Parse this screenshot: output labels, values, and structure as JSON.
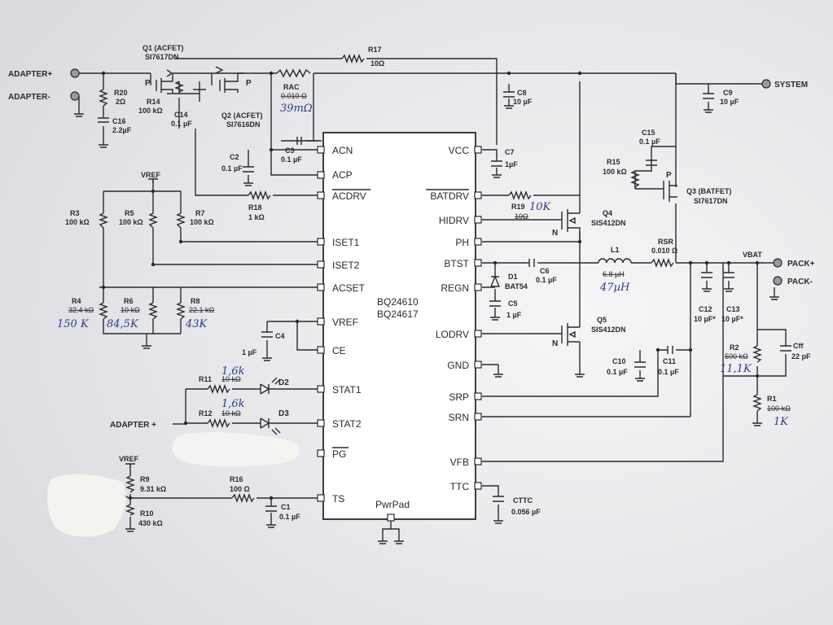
{
  "chip": {
    "name_1": "BQ24610",
    "name_2": "BQ24617",
    "pwrpad": "PwrPad"
  },
  "pins_left": [
    "ACN",
    "ACP",
    "ACDRV",
    "ISET1",
    "ISET2",
    "ACSET",
    "VREF",
    "CE",
    "STAT1",
    "STAT2",
    "PG",
    "TS"
  ],
  "pins_right": [
    "VCC",
    "BATDRV",
    "HIDRV",
    "PH",
    "BTST",
    "REGN",
    "LODRV",
    "GND",
    "SRP",
    "SRN",
    "VFB",
    "TTC"
  ],
  "terminals": {
    "adapter_plus": "ADAPTER+",
    "adapter_minus": "ADAPTER-",
    "system": "SYSTEM",
    "pack_plus": "PACK+",
    "pack_minus": "PACK-",
    "adapter_plus_2": "ADAPTER +",
    "vbat": "VBAT",
    "vref_1": "VREF",
    "vref_2": "VREF"
  },
  "components": {
    "q1": {
      "name": "Q1 (ACFET)",
      "part": "SI7617DN",
      "type": "P"
    },
    "q2": {
      "name": "Q2 (ACFET)",
      "part": "SI7616DN",
      "type": "P"
    },
    "q3": {
      "name": "Q3 (BATFET)",
      "part": "SI7617DN",
      "type": "P"
    },
    "q4": {
      "name": "Q4",
      "part": "SIS412DN",
      "type": "N"
    },
    "q5": {
      "name": "Q5",
      "part": "SIS412DN",
      "type": "N"
    },
    "r20": {
      "name": "R20",
      "value": "2Ω"
    },
    "c16": {
      "name": "C16",
      "value": "2.2µF"
    },
    "r14": {
      "name": "R14",
      "value": "100 kΩ"
    },
    "c14": {
      "name": "C14",
      "value": "0.1 µF"
    },
    "r17": {
      "name": "R17",
      "value": "10Ω"
    },
    "rac": {
      "name": "RAC",
      "old": "0.010 Ω",
      "hand": "39mΩ"
    },
    "c8": {
      "name": "C8",
      "value": "10 µF"
    },
    "c9": {
      "name": "C9",
      "value": "10 µF"
    },
    "c2": {
      "name": "C2",
      "value": "0.1 µF"
    },
    "c3": {
      "name": "C3",
      "value": "0.1 µF"
    },
    "r18": {
      "name": "R18",
      "value": "1 kΩ"
    },
    "c7": {
      "name": "C7",
      "value": "1µF"
    },
    "c15": {
      "name": "C15",
      "value": "0.1 µF"
    },
    "r15": {
      "name": "R15",
      "value": "100 kΩ"
    },
    "r19": {
      "name": "R19",
      "old": "10Ω",
      "hand": "10K"
    },
    "r3": {
      "name": "R3",
      "value": "100 kΩ"
    },
    "r5": {
      "name": "R5",
      "value": "100 kΩ"
    },
    "r7": {
      "name": "R7",
      "value": "100 kΩ"
    },
    "r4": {
      "name": "R4",
      "old": "32.4 kΩ",
      "hand": "150 K"
    },
    "r6": {
      "name": "R6",
      "old": "10 kΩ",
      "hand": "84,5K"
    },
    "r8": {
      "name": "R8",
      "old": "22.1 kΩ",
      "hand": "43K"
    },
    "c6": {
      "name": "C6",
      "value": "0.1 µF"
    },
    "d1": {
      "name": "D1",
      "part": "BAT54"
    },
    "c5": {
      "name": "C5",
      "value": "1 µF"
    },
    "l1": {
      "name": "L1",
      "old": "6.8 µH",
      "hand": "47µH"
    },
    "rsr": {
      "name": "RSR",
      "value": "0.010 Ω"
    },
    "c12": {
      "name": "C12",
      "value": "10 µF*"
    },
    "c13": {
      "name": "C13",
      "value": "10 µF*"
    },
    "c4": {
      "name": "C4",
      "value": "1 µF"
    },
    "c10": {
      "name": "C10",
      "value": "0.1 µF"
    },
    "c11": {
      "name": "C11",
      "value": "0.1 µF"
    },
    "r2": {
      "name": "R2",
      "old": "500 kΩ",
      "hand": "11,1K"
    },
    "cff": {
      "name": "Cff",
      "value": "22 pF"
    },
    "r1": {
      "name": "R1",
      "old": "100 kΩ",
      "hand": "1K"
    },
    "r11": {
      "name": "R11",
      "old": "10 kΩ",
      "hand": "1,6k"
    },
    "r12": {
      "name": "R12",
      "old": "10 kΩ",
      "hand": "1,6k"
    },
    "d2": {
      "name": "D2"
    },
    "d3": {
      "name": "D3"
    },
    "r9": {
      "name": "R9",
      "value": "9.31 kΩ"
    },
    "r10": {
      "name": "R10",
      "value": "430 kΩ"
    },
    "r16": {
      "name": "R16",
      "value": "100 Ω"
    },
    "c1": {
      "name": "C1",
      "value": "0.1 µF"
    },
    "cttc": {
      "name": "CTTC",
      "value": "0.056 µF"
    }
  }
}
